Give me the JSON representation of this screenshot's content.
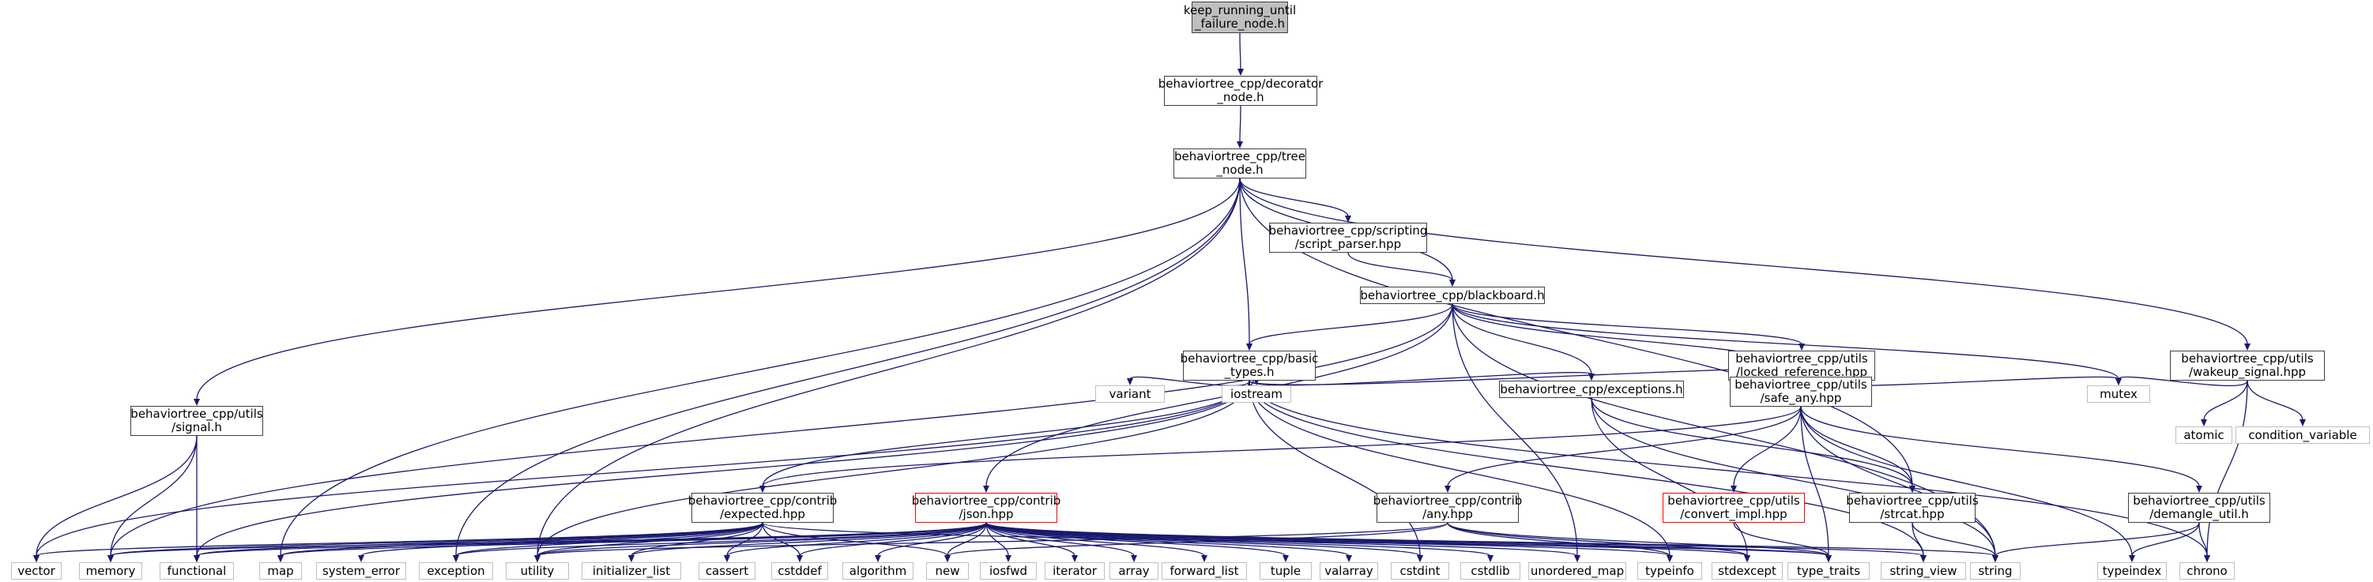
{
  "colors": {
    "edge": "#191970",
    "root_fill": "#bfbfbf",
    "border": "#404040",
    "ext_border": "#bfbfbf",
    "incomplete_border": "#ff0000"
  },
  "nodes": [
    {
      "id": "root",
      "lines": [
        "keep_running_until",
        "_failure_node.h"
      ],
      "style": "root"
    },
    {
      "id": "decorator",
      "lines": [
        "behaviortree_cpp/decorator",
        "_node.h"
      ],
      "style": "doc"
    },
    {
      "id": "tree_node",
      "lines": [
        "behaviortree_cpp/tree",
        "_node.h"
      ],
      "style": "doc"
    },
    {
      "id": "script_parser",
      "lines": [
        "behaviortree_cpp/scripting",
        "/script_parser.hpp"
      ],
      "style": "doc"
    },
    {
      "id": "blackboard",
      "lines": [
        "behaviortree_cpp/blackboard.h"
      ],
      "style": "doc"
    },
    {
      "id": "basic_types",
      "lines": [
        "behaviortree_cpp/basic",
        "_types.h"
      ],
      "style": "doc"
    },
    {
      "id": "locked_ref",
      "lines": [
        "behaviortree_cpp/utils",
        "/locked_reference.hpp"
      ],
      "style": "doc"
    },
    {
      "id": "wakeup",
      "lines": [
        "behaviortree_cpp/utils",
        "/wakeup_signal.hpp"
      ],
      "style": "doc"
    },
    {
      "id": "signal",
      "lines": [
        "behaviortree_cpp/utils",
        "/signal.h"
      ],
      "style": "doc"
    },
    {
      "id": "exceptions",
      "lines": [
        "behaviortree_cpp/exceptions.h"
      ],
      "style": "doc"
    },
    {
      "id": "safe_any",
      "lines": [
        "behaviortree_cpp/utils",
        "/safe_any.hpp"
      ],
      "style": "doc"
    },
    {
      "id": "expected",
      "lines": [
        "behaviortree_cpp/contrib",
        "/expected.hpp"
      ],
      "style": "doc"
    },
    {
      "id": "json",
      "lines": [
        "behaviortree_cpp/contrib",
        "/json.hpp"
      ],
      "style": "red"
    },
    {
      "id": "any",
      "lines": [
        "behaviortree_cpp/contrib",
        "/any.hpp"
      ],
      "style": "doc"
    },
    {
      "id": "convert_impl",
      "lines": [
        "behaviortree_cpp/utils",
        "/convert_impl.hpp"
      ],
      "style": "red"
    },
    {
      "id": "strcat",
      "lines": [
        "behaviortree_cpp/utils",
        "/strcat.hpp"
      ],
      "style": "doc"
    },
    {
      "id": "demangle",
      "lines": [
        "behaviortree_cpp/utils",
        "/demangle_util.h"
      ],
      "style": "doc"
    },
    {
      "id": "variant",
      "lines": [
        "variant"
      ],
      "style": "ext"
    },
    {
      "id": "iostream",
      "lines": [
        "iostream"
      ],
      "style": "ext"
    },
    {
      "id": "mutex",
      "lines": [
        "mutex"
      ],
      "style": "ext"
    },
    {
      "id": "atomic",
      "lines": [
        "atomic"
      ],
      "style": "ext"
    },
    {
      "id": "condvar",
      "lines": [
        "condition_variable"
      ],
      "style": "ext"
    },
    {
      "id": "vector",
      "lines": [
        "vector"
      ],
      "style": "ext"
    },
    {
      "id": "memory",
      "lines": [
        "memory"
      ],
      "style": "ext"
    },
    {
      "id": "functional",
      "lines": [
        "functional"
      ],
      "style": "ext"
    },
    {
      "id": "map",
      "lines": [
        "map"
      ],
      "style": "ext"
    },
    {
      "id": "system_error",
      "lines": [
        "system_error"
      ],
      "style": "ext"
    },
    {
      "id": "exception",
      "lines": [
        "exception"
      ],
      "style": "ext"
    },
    {
      "id": "utility",
      "lines": [
        "utility"
      ],
      "style": "ext"
    },
    {
      "id": "initializer_list",
      "lines": [
        "initializer_list"
      ],
      "style": "ext"
    },
    {
      "id": "cassert",
      "lines": [
        "cassert"
      ],
      "style": "ext"
    },
    {
      "id": "cstddef",
      "lines": [
        "cstddef"
      ],
      "style": "ext"
    },
    {
      "id": "algorithm",
      "lines": [
        "algorithm"
      ],
      "style": "ext"
    },
    {
      "id": "new",
      "lines": [
        "new"
      ],
      "style": "ext"
    },
    {
      "id": "iosfwd",
      "lines": [
        "iosfwd"
      ],
      "style": "ext"
    },
    {
      "id": "iterator",
      "lines": [
        "iterator"
      ],
      "style": "ext"
    },
    {
      "id": "array",
      "lines": [
        "array"
      ],
      "style": "ext"
    },
    {
      "id": "forward_list",
      "lines": [
        "forward_list"
      ],
      "style": "ext"
    },
    {
      "id": "tuple",
      "lines": [
        "tuple"
      ],
      "style": "ext"
    },
    {
      "id": "valarray",
      "lines": [
        "valarray"
      ],
      "style": "ext"
    },
    {
      "id": "cstdint",
      "lines": [
        "cstdint"
      ],
      "style": "ext"
    },
    {
      "id": "cstdlib",
      "lines": [
        "cstdlib"
      ],
      "style": "ext"
    },
    {
      "id": "unordered_map",
      "lines": [
        "unordered_map"
      ],
      "style": "ext"
    },
    {
      "id": "typeinfo",
      "lines": [
        "typeinfo"
      ],
      "style": "ext"
    },
    {
      "id": "stdexcept",
      "lines": [
        "stdexcept"
      ],
      "style": "ext"
    },
    {
      "id": "type_traits",
      "lines": [
        "type_traits"
      ],
      "style": "ext"
    },
    {
      "id": "string_view",
      "lines": [
        "string_view"
      ],
      "style": "ext"
    },
    {
      "id": "string",
      "lines": [
        "string"
      ],
      "style": "ext"
    },
    {
      "id": "typeindex",
      "lines": [
        "typeindex"
      ],
      "style": "ext"
    },
    {
      "id": "chrono",
      "lines": [
        "chrono"
      ],
      "style": "ext"
    }
  ],
  "edges": [
    [
      "root",
      "decorator"
    ],
    [
      "decorator",
      "tree_node"
    ],
    [
      "tree_node",
      "signal"
    ],
    [
      "tree_node",
      "map"
    ],
    [
      "tree_node",
      "exception"
    ],
    [
      "tree_node",
      "utility"
    ],
    [
      "tree_node",
      "basic_types"
    ],
    [
      "tree_node",
      "script_parser"
    ],
    [
      "tree_node",
      "blackboard"
    ],
    [
      "tree_node",
      "strcat"
    ],
    [
      "tree_node",
      "wakeup"
    ],
    [
      "script_parser",
      "blackboard"
    ],
    [
      "blackboard",
      "basic_types"
    ],
    [
      "blackboard",
      "json"
    ],
    [
      "blackboard",
      "memory"
    ],
    [
      "blackboard",
      "unordered_map"
    ],
    [
      "blackboard",
      "exceptions"
    ],
    [
      "blackboard",
      "safe_any"
    ],
    [
      "blackboard",
      "locked_ref"
    ],
    [
      "blackboard",
      "mutex"
    ],
    [
      "blackboard",
      "string"
    ],
    [
      "basic_types",
      "vector"
    ],
    [
      "basic_types",
      "functional"
    ],
    [
      "basic_types",
      "utility"
    ],
    [
      "basic_types",
      "variant"
    ],
    [
      "basic_types",
      "iostream"
    ],
    [
      "basic_types",
      "expected"
    ],
    [
      "basic_types",
      "exceptions"
    ],
    [
      "basic_types",
      "safe_any"
    ],
    [
      "basic_types",
      "chrono"
    ],
    [
      "basic_types",
      "cstdint"
    ],
    [
      "basic_types",
      "typeinfo"
    ],
    [
      "basic_types",
      "string_view"
    ],
    [
      "locked_ref",
      "safe_any"
    ],
    [
      "locked_ref",
      "mutex"
    ],
    [
      "wakeup",
      "mutex"
    ],
    [
      "wakeup",
      "atomic"
    ],
    [
      "wakeup",
      "condvar"
    ],
    [
      "wakeup",
      "chrono"
    ],
    [
      "signal",
      "vector"
    ],
    [
      "signal",
      "memory"
    ],
    [
      "signal",
      "functional"
    ],
    [
      "exceptions",
      "strcat"
    ],
    [
      "exceptions",
      "stdexcept"
    ],
    [
      "exceptions",
      "string"
    ],
    [
      "safe_any",
      "expected"
    ],
    [
      "safe_any",
      "any"
    ],
    [
      "safe_any",
      "convert_impl"
    ],
    [
      "safe_any",
      "strcat"
    ],
    [
      "safe_any",
      "demangle"
    ],
    [
      "safe_any",
      "type_traits"
    ],
    [
      "safe_any",
      "typeindex"
    ],
    [
      "safe_any",
      "string"
    ],
    [
      "expected",
      "vector"
    ],
    [
      "expected",
      "memory"
    ],
    [
      "expected",
      "functional"
    ],
    [
      "expected",
      "map"
    ],
    [
      "expected",
      "system_error"
    ],
    [
      "expected",
      "exception"
    ],
    [
      "expected",
      "utility"
    ],
    [
      "expected",
      "initializer_list"
    ],
    [
      "expected",
      "cassert"
    ],
    [
      "expected",
      "cstddef"
    ],
    [
      "expected",
      "new"
    ],
    [
      "expected",
      "type_traits"
    ],
    [
      "json",
      "memory"
    ],
    [
      "json",
      "functional"
    ],
    [
      "json",
      "map"
    ],
    [
      "json",
      "exception"
    ],
    [
      "json",
      "utility"
    ],
    [
      "json",
      "initializer_list"
    ],
    [
      "json",
      "cassert"
    ],
    [
      "json",
      "cstddef"
    ],
    [
      "json",
      "algorithm"
    ],
    [
      "json",
      "new"
    ],
    [
      "json",
      "iosfwd"
    ],
    [
      "json",
      "iterator"
    ],
    [
      "json",
      "array"
    ],
    [
      "json",
      "forward_list"
    ],
    [
      "json",
      "tuple"
    ],
    [
      "json",
      "valarray"
    ],
    [
      "json",
      "cstdint"
    ],
    [
      "json",
      "cstdlib"
    ],
    [
      "json",
      "unordered_map"
    ],
    [
      "json",
      "typeinfo"
    ],
    [
      "json",
      "stdexcept"
    ],
    [
      "json",
      "type_traits"
    ],
    [
      "json",
      "string_view"
    ],
    [
      "json",
      "string"
    ],
    [
      "any",
      "utility"
    ],
    [
      "any",
      "new"
    ],
    [
      "any",
      "typeinfo"
    ],
    [
      "any",
      "stdexcept"
    ],
    [
      "any",
      "type_traits"
    ],
    [
      "convert_impl",
      "type_traits"
    ],
    [
      "strcat",
      "string"
    ],
    [
      "strcat",
      "string_view"
    ],
    [
      "demangle",
      "string"
    ],
    [
      "demangle",
      "typeindex"
    ],
    [
      "demangle",
      "chrono"
    ]
  ]
}
